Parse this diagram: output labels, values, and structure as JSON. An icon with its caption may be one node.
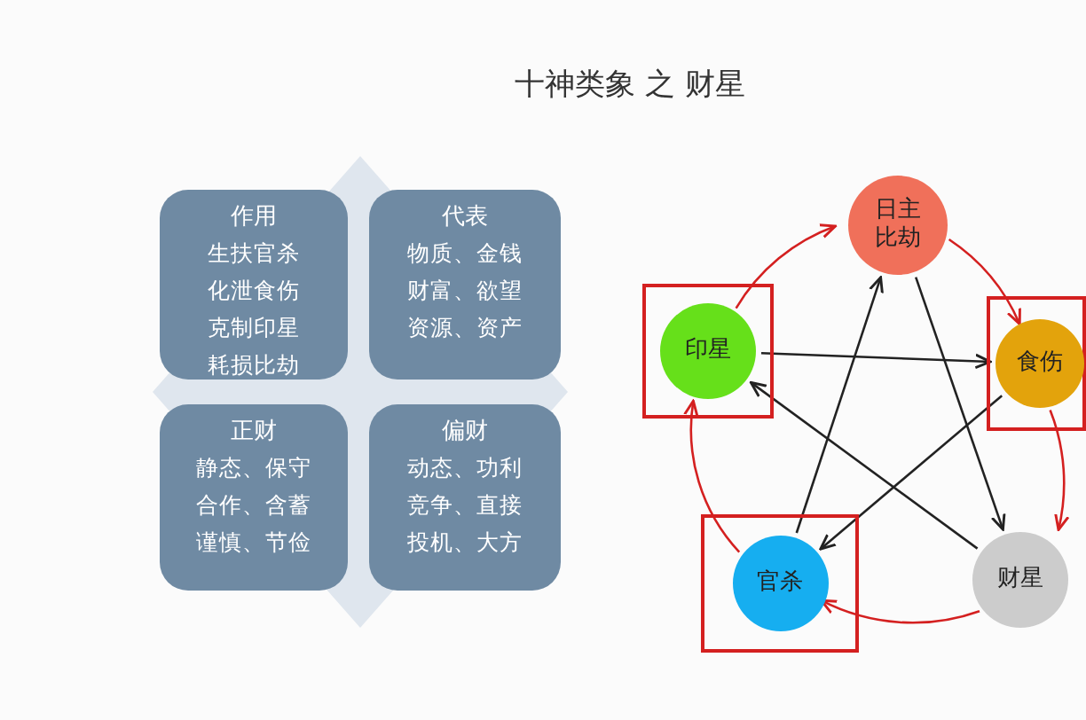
{
  "diagram": {
    "title": "十神类象 之 财星",
    "nodes": [
      {
        "text": [
          "作用",
          "生扶官杀",
          "化泄食伤",
          "克制印星",
          "耗损比劫"
        ]
      },
      {
        "text": [
          "代表",
          "物质、金钱",
          "财富、欲望",
          "资源、资产"
        ]
      },
      {
        "text": [
          "正财",
          "静态、保守",
          "合作、含蓄",
          "谨慎、节俭"
        ]
      },
      {
        "text": [
          "偏财",
          "动态、功利",
          "竞争、直接",
          "投机、大方"
        ]
      },
      {
        "text": [
          "日主比劫"
        ]
      },
      {
        "text": [],
        "shape": "box"
      },
      {
        "text": [
          "印星"
        ],
        "in": 5
      },
      {
        "text": [],
        "shape": "box"
      },
      {
        "text": [
          "食伤"
        ],
        "in": 7
      },
      {
        "text": [],
        "shape": "box"
      },
      {
        "text": [
          "官杀"
        ],
        "in": 9
      },
      {
        "text": [
          "财星"
        ]
      }
    ],
    "edges": [
      {
        "from": 6,
        "to": 4,
        "arrow": "to",
        "color": "#d42020"
      },
      {
        "from": 4,
        "to": 8,
        "arrow": "to",
        "color": "#d42020"
      },
      {
        "from": 8,
        "to": 11,
        "arrow": "to",
        "color": "#d42020"
      },
      {
        "from": 11,
        "to": 10,
        "arrow": "to",
        "color": "#d42020"
      },
      {
        "from": 10,
        "to": 6,
        "arrow": "to",
        "color": "#d42020"
      },
      {
        "from": 4,
        "to": 11,
        "arrow": "to",
        "color": "#222222"
      },
      {
        "from": 10,
        "to": 4,
        "arrow": "to",
        "color": "#222222"
      },
      {
        "from": 6,
        "to": 8,
        "arrow": "to",
        "color": "#222222"
      },
      {
        "from": 8,
        "to": 10,
        "arrow": "to",
        "color": "#222222"
      },
      {
        "from": 11,
        "to": 6,
        "arrow": "to",
        "color": "#222222"
      }
    ]
  }
}
